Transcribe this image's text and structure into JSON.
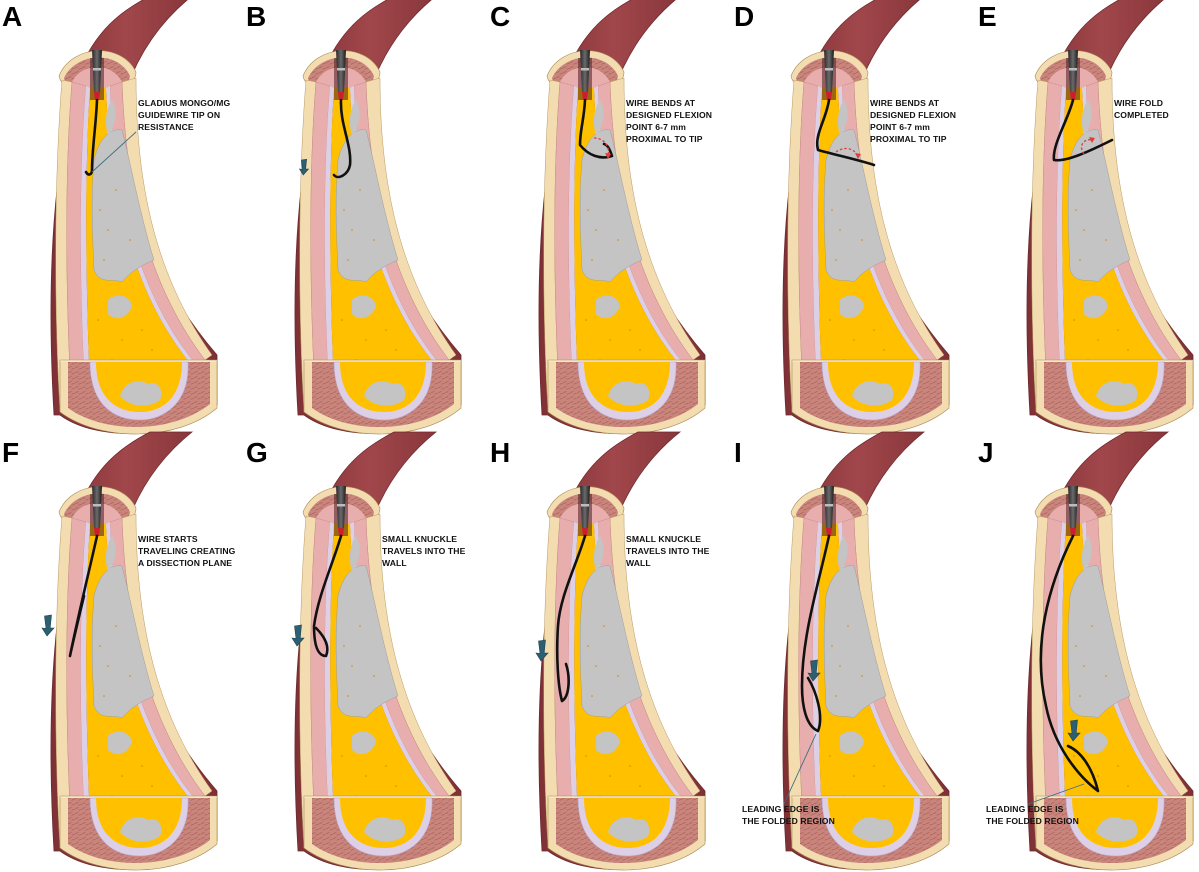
{
  "figure": {
    "colors": {
      "adventitia": "#a1474b",
      "adventitia_dark": "#7e3035",
      "media": "#c9857c",
      "media_texture": "#a55e58",
      "outer_band": "#f3ddb0",
      "intima": "#e8aeae",
      "lumen_lining": "#ddd0e6",
      "plaque_lipid": "#ffc000",
      "plaque_calcium": "#c4c4c4",
      "wire": "#111111",
      "arrow": "#2d5f73",
      "flex_arrow": "#e43b3b",
      "catheter": "#333333",
      "catheter_tip": "#cc1f2e"
    },
    "panels": [
      {
        "id": "A",
        "label": "A",
        "annotation": [
          "GLADIUS MONGO/MG",
          "GUIDEWIRE TIP ON",
          "RESISTANCE"
        ],
        "wire_stage": 0,
        "arrow": false,
        "flex_arrow": false,
        "callout": "upper"
      },
      {
        "id": "B",
        "label": "B",
        "annotation": [],
        "wire_stage": 1,
        "arrow": true,
        "arrow_style": "small",
        "flex_arrow": false
      },
      {
        "id": "C",
        "label": "C",
        "annotation": [
          "WIRE BENDS AT",
          "DESIGNED FLEXION",
          "POINT  6-7 mm",
          "PROXIMAL TO TIP"
        ],
        "wire_stage": 2,
        "arrow": false,
        "flex_arrow": true
      },
      {
        "id": "D",
        "label": "D",
        "annotation": [
          "WIRE BENDS AT",
          "DESIGNED FLEXION",
          "POINT  6-7 mm",
          "PROXIMAL TO TIP"
        ],
        "wire_stage": 3,
        "arrow": false,
        "flex_arrow": true
      },
      {
        "id": "E",
        "label": "E",
        "annotation": [
          "WIRE FOLD",
          "COMPLETED"
        ],
        "wire_stage": 4,
        "arrow": false,
        "flex_arrow": true
      },
      {
        "id": "F",
        "label": "F",
        "annotation": [
          "WIRE STARTS",
          "TRAVELING CREATING",
          "A DISSECTION PLANE"
        ],
        "wire_stage": 5,
        "arrow": true,
        "flex_arrow": false
      },
      {
        "id": "G",
        "label": "G",
        "annotation": [
          "SMALL KNUCKLE",
          "TRAVELS INTO THE",
          "WALL"
        ],
        "wire_stage": 6,
        "arrow": true,
        "flex_arrow": false
      },
      {
        "id": "H",
        "label": "H",
        "annotation": [
          "SMALL KNUCKLE",
          "TRAVELS INTO THE",
          "WALL"
        ],
        "wire_stage": 7,
        "arrow": true,
        "flex_arrow": false
      },
      {
        "id": "I",
        "label": "I",
        "annotation": [
          "LEADING EDGE IS",
          "THE FOLDED REGION"
        ],
        "annotation_position": "bottom",
        "wire_stage": 8,
        "arrow": true,
        "flex_arrow": false,
        "callout": "lower"
      },
      {
        "id": "J",
        "label": "J",
        "annotation": [
          "LEADING EDGE IS",
          "THE FOLDED REGION"
        ],
        "annotation_position": "bottom",
        "wire_stage": 9,
        "arrow": true,
        "flex_arrow": false,
        "callout": "lower"
      }
    ]
  }
}
